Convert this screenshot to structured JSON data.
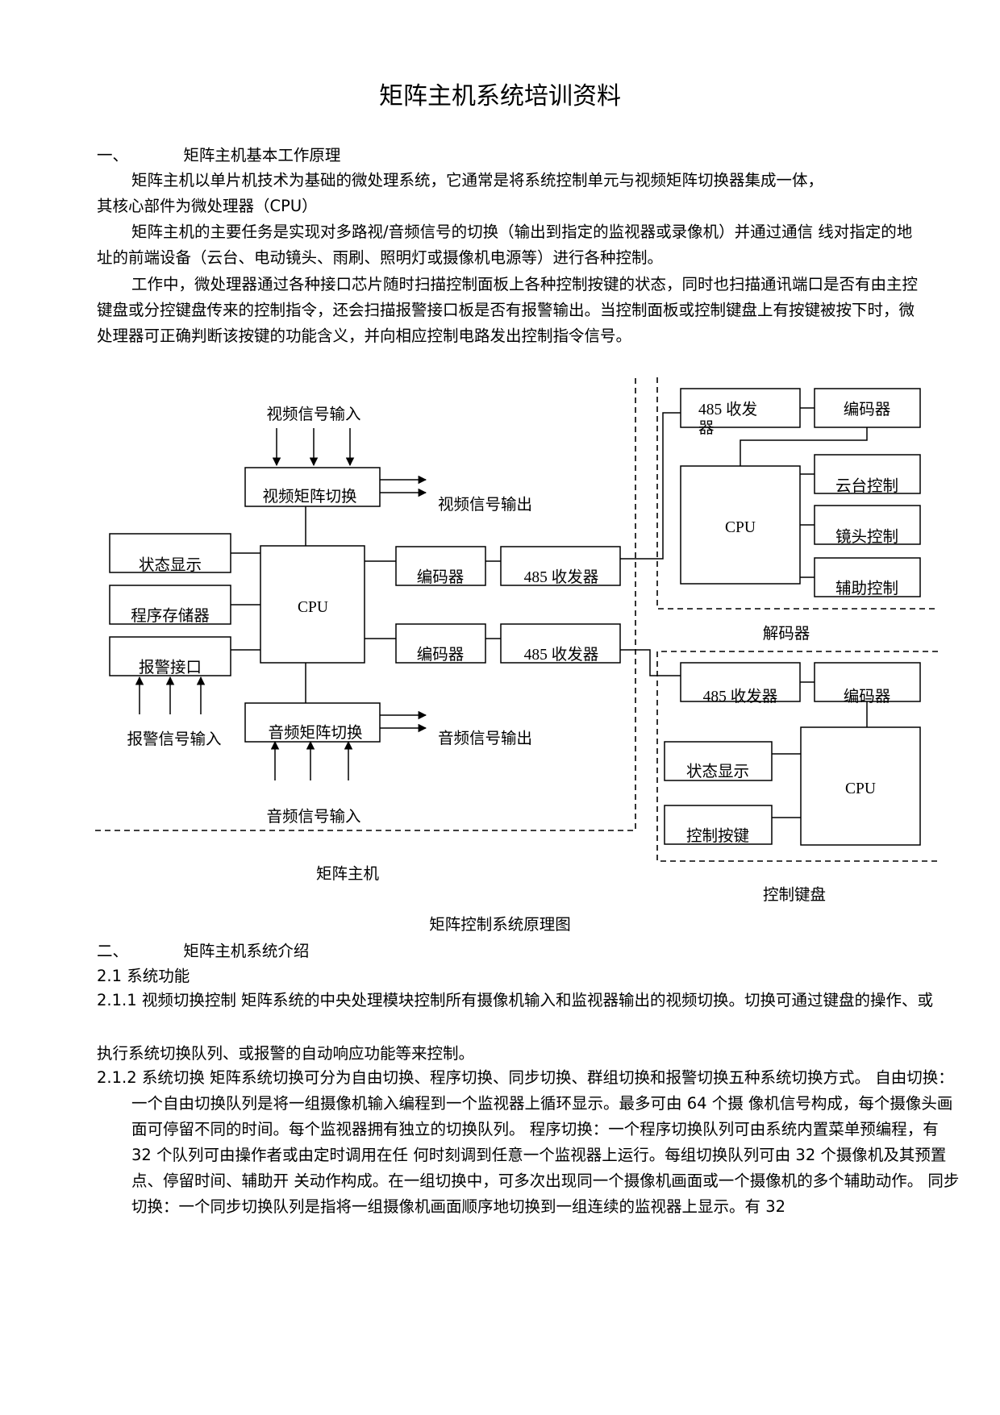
{
  "title": "矩阵主机系统培训资料",
  "section1": {
    "number": "一、",
    "heading": "矩阵主机基本工作原理",
    "p1a": "矩阵主机以单片机技术为基础的微处理系统，它通常是将系统控制单元与视频矩阵切换器集成一体，",
    "p1b": "其核心部件为微处理器（CPU）",
    "p2": "矩阵主机的主要任务是实现对多路视/音频信号的切换（输出到指定的监视器或录像机）并通过通信 线对指定的地址的前端设备（云台、电动镜头、雨刷、照明灯或摄像机电源等）进行各种控制。",
    "p3": "工作中，微处理器通过各种接口芯片随时扫描控制面板上各种控制按键的状态，同时也扫描通讯端口是否有由主控键盘或分控键盘传来的控制指令，还会扫描报警接口板是否有报警输出。当控制面板或控制键盘上有按键被按下时，微处理器可正确判断该按键的功能含义，并向相应控制电路发出控制指令信号。"
  },
  "diagram": {
    "video_in": "视频信号输入",
    "video_switch": "视频矩阵切换",
    "video_out": "视频信号输出",
    "status_display": "状态显示",
    "program_memory": "程序存储器",
    "alarm_interface": "报警接口",
    "alarm_in": "报警信号输入",
    "cpu": "CPU",
    "encoder": "编码器",
    "transceiver": "485 收发器",
    "audio_switch": "音频矩阵切换",
    "audio_out": "音频信号输出",
    "audio_in": "音频信号输入",
    "matrix_host": "矩阵主机",
    "dec_transceiver_a": "485 收发",
    "dec_transceiver_b": "器",
    "dec_encoder": "编码器",
    "dec_cpu": "CPU",
    "ptz_control": "云台控制",
    "lens_control": "镜头控制",
    "aux_control": "辅助控制",
    "decoder": "解码器",
    "kb_transceiver": "485 收发器",
    "kb_encoder": "编码器",
    "kb_status": "状态显示",
    "kb_keys": "控制按键",
    "kb_cpu": "CPU",
    "keyboard": "控制键盘",
    "caption": "矩阵控制系统原理图"
  },
  "section2": {
    "number": "二、",
    "heading": "矩阵主机系统介绍",
    "s21": "2.1 系统功能",
    "s211a": "2.1.1 视频切换控制 矩阵系统的中央处理模块控制所有摄像机输入和监视器输出的视频切换。切换可通过键盘的操作、或",
    "s211b": "执行系统切换队列、或报警的自动响应功能等来控制。",
    "s212": "2.1.2 系统切换 矩阵系统切换可分为自由切换、程序切换、同步切换、群组切换和报警切换五种系统切换方式。 自由切换：一个自由切换队列是将一组摄像机输入编程到一个监视器上循环显示。最多可由 64 个摄 像机信号构成，每个摄像头画面可停留不同的时间。每个监视器拥有独立的切换队列。 程序切换：一个程序切换队列可由系统内置菜单预编程，有 32 个队列可由操作者或由定时调用在任 何时刻调到任意一个监视器上运行。每组切换队列可由 32 个摄像机及其预置点、停留时间、辅助开 关动作构成。在一组切换中，可多次出现同一个摄像机画面或一个摄像机的多个辅助动作。 同步切换：一个同步切换队列是指将一组摄像机画面顺序地切换到一组连续的监视器上显示。有 32"
  }
}
